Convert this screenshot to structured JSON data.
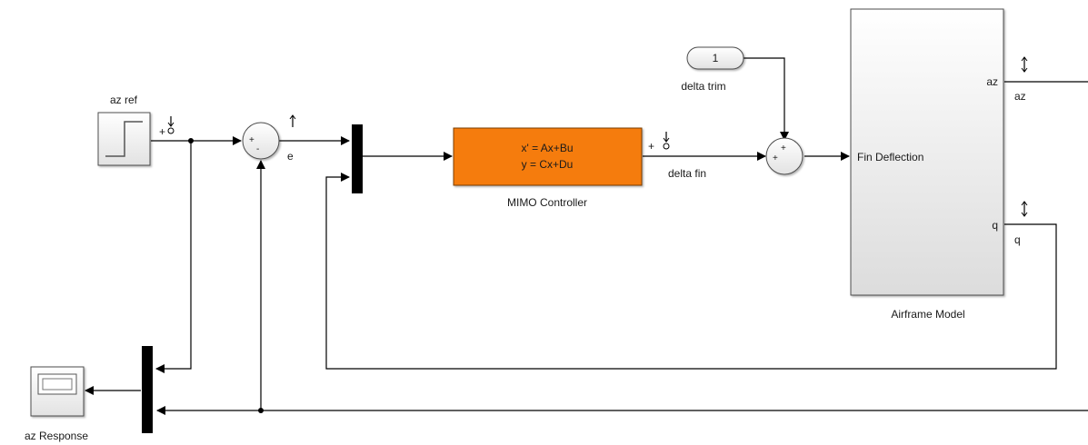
{
  "blocks": {
    "step": {
      "label": "az ref"
    },
    "sum_error": {
      "signs": [
        "+",
        "-"
      ]
    },
    "error_signal": {
      "label": "e"
    },
    "controller": {
      "label": "MIMO Controller",
      "line1": "x' = Ax+Bu",
      "line2": "y = Cx+Du",
      "color": "#f57c0a"
    },
    "delta_fin": {
      "label": "delta fin"
    },
    "trim_constant": {
      "value": "1",
      "label": "delta trim"
    },
    "sum_trim": {
      "signs": [
        "+",
        "+"
      ]
    },
    "airframe": {
      "label": "Airframe Model",
      "input_port": "Fin Deflection",
      "output_az": "az",
      "output_q": "q"
    },
    "az_out_signal": {
      "label": "az"
    },
    "q_out_signal": {
      "label": "q"
    },
    "scope": {
      "label": "az Response"
    }
  },
  "markers": {
    "plus": "+"
  },
  "colors": {
    "wire": "#000000",
    "controller_fill": "#f57c0a",
    "block_border": "#4d4d4d"
  }
}
